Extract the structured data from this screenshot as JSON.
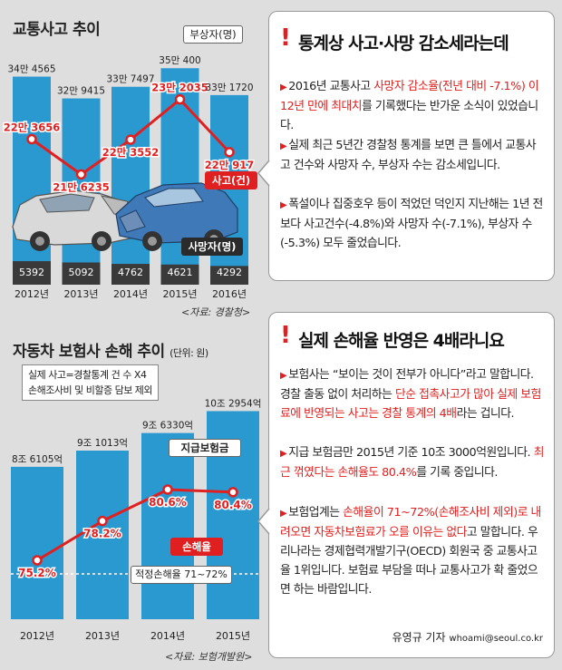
{
  "top": {
    "title": "교통사고 추이",
    "source": "<자료: 경찰청>",
    "legend_injured": "부상자(명)",
    "legend_accidents": "사고(건)",
    "legend_deaths": "사망자(명)"
  },
  "bottom": {
    "title": "자동차 보험사 손해 추이",
    "unit": "(단위: 원)",
    "note_line1": "실제 사고=경찰통계 건 수 X4",
    "note_line2": "손해조사비 및 비할증 담보 제외",
    "legend_paid": "지급보험금",
    "legend_loss": "손해율",
    "legend_proper": "적정손해율 71~72%",
    "source": "<자료: 보험개발원>"
  },
  "chart_data": [
    {
      "type": "bar",
      "title": "교통사고 추이",
      "categories": [
        "2012년",
        "2013년",
        "2014년",
        "2015년",
        "2016년"
      ],
      "series": [
        {
          "name": "부상자(명)",
          "values": [
            344565,
            329415,
            337497,
            350400,
            331720
          ],
          "labels": [
            "34만 4565",
            "32만 9415",
            "33만 7497",
            "35만 400",
            "33만 1720"
          ]
        },
        {
          "name": "사고(건)",
          "values": [
            223656,
            216235,
            223552,
            232035,
            220917
          ],
          "labels": [
            "22만 3656",
            "21만 6235",
            "22만 3552",
            "23만 2035",
            "22만 917"
          ]
        },
        {
          "name": "사망자(명)",
          "values": [
            5392,
            5092,
            4762,
            4621,
            4292
          ],
          "labels": [
            "5392",
            "5092",
            "4762",
            "4621",
            "4292"
          ]
        }
      ]
    },
    {
      "type": "bar",
      "title": "자동차 보험사 손해 추이",
      "categories": [
        "2012년",
        "2013년",
        "2014년",
        "2015년"
      ],
      "series": [
        {
          "name": "지급보험금",
          "values": [
            86105,
            91013,
            96330,
            102954
          ],
          "unit": "억원",
          "labels": [
            "8조 6105억",
            "9조 1013억",
            "9조 6330억",
            "10조 2954억"
          ]
        },
        {
          "name": "손해율",
          "values": [
            75.2,
            78.2,
            80.6,
            80.4
          ],
          "unit": "%",
          "labels": [
            "75.2%",
            "78.2%",
            "80.6%",
            "80.4%"
          ]
        }
      ]
    }
  ],
  "box1": {
    "title": "통계상 사고·사망 감소세라는데",
    "p1": [
      {
        "t": "2016년 교통사고 "
      },
      {
        "t": "사망자 감소율(전년 대비 -7.1%) 이 12년 만에 최대치",
        "c": "red"
      },
      {
        "t": "를 기록했다는 반가운 소식이 있었습니다."
      }
    ],
    "p2": "실제 최근 5년간 경찰청 통계를 보면 큰 틀에서 교통사고 건수와 사망자 수, 부상자 수는 감소세입니다.",
    "p3": "폭설이나 집중호우 등이 적었던 덕인지 지난해는 1년 전보다 사고건수(-4.8%)와 사망자 수(-7.1%), 부상자 수(-5.3%) 모두 줄었습니다."
  },
  "box2": {
    "title": "실제 손해율 반영은 4배라니요",
    "p1": [
      {
        "t": "보험사는 “보이는 것이 전부가 아니다”라고 말합니다. 경찰 출동 없이 처리하는 "
      },
      {
        "t": "단순 접촉사고가 많아 실제 보험료에 반영되는 사고는 경찰 통계의 4배",
        "c": "red"
      },
      {
        "t": "라는 겁니다."
      }
    ],
    "p2": [
      {
        "t": "지급 보험금만 2015년 기준 10조 3000억원입니다. "
      },
      {
        "t": "최근 꺾였다는 손해율도 80.4%",
        "c": "red"
      },
      {
        "t": "를 기록 중입니다."
      }
    ],
    "p3": [
      {
        "t": "보험업계는 "
      },
      {
        "t": "손해율이 71~72%(손해조사비 제외)로 내려오면 자동차보험료가 오를 이유는 없다",
        "c": "red"
      },
      {
        "t": "고 말합니다. 우리나라는 경제협력개발기구(OECD) 회원국 중 교통사고율 1위입니다. 보험료 부담을 떠나 교통사고가 확 줄었으면 하는 바람입니다."
      }
    ],
    "byline_name": "유영규 기자",
    "byline_email": "whoami@seoul.co.kr"
  },
  "colors": {
    "bar": "#2a99d0",
    "deaths": "#3a3a3a",
    "line": "#e02020",
    "background": "#dedede"
  }
}
